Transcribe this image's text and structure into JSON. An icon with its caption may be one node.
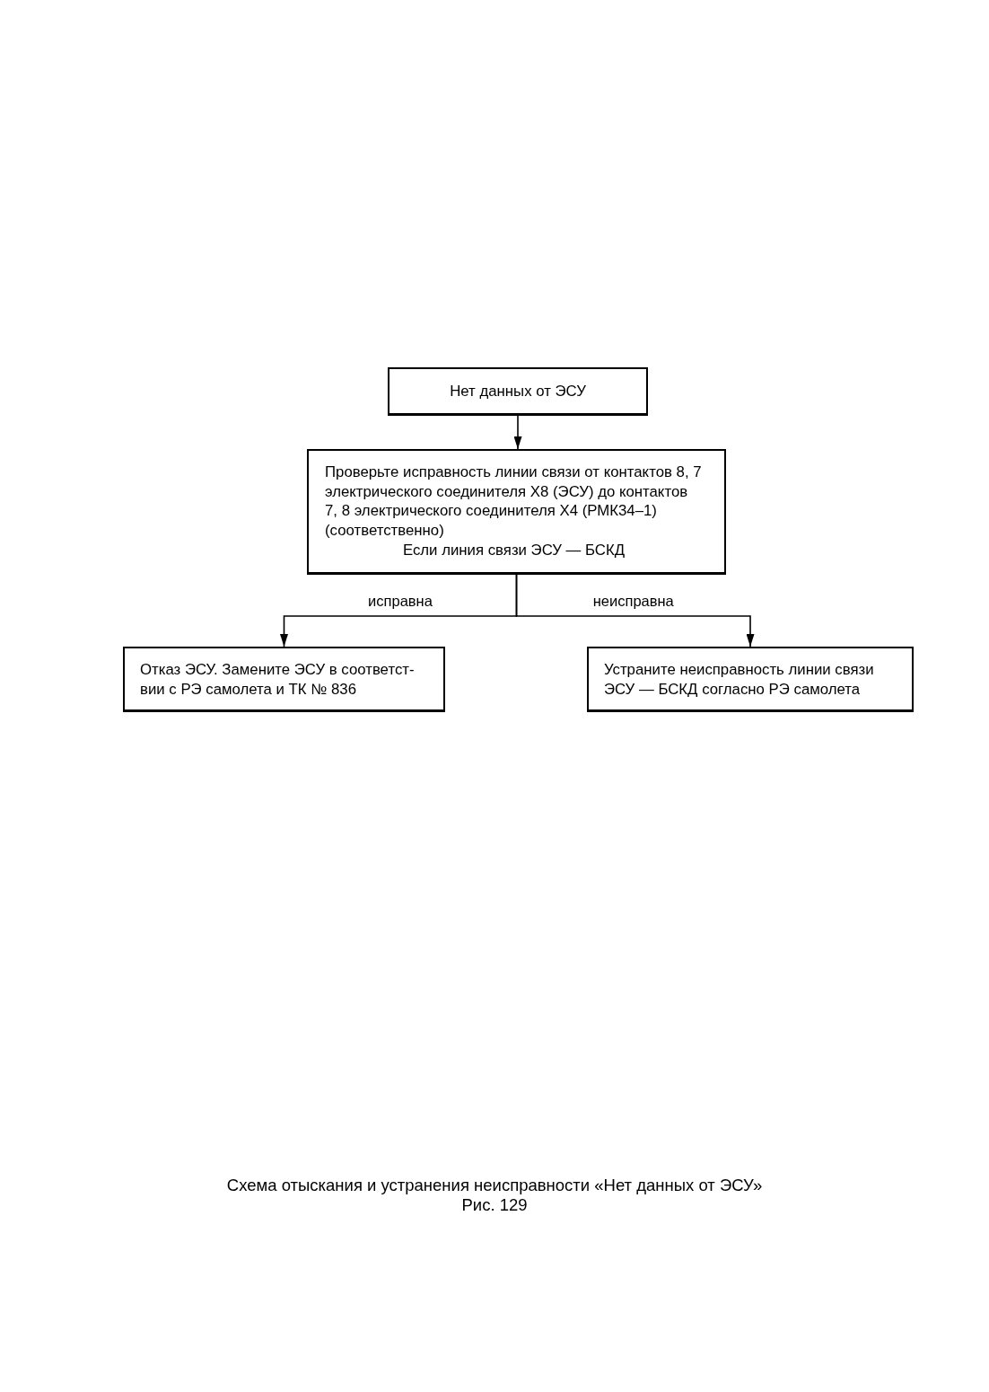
{
  "diagram": {
    "caption": "Схема отыскания и устранения неисправности «Нет данных от ЭСУ»",
    "nodes": [
      {
        "text": [
          "Нет данных от ЭСУ"
        ]
      },
      {
        "text": [
          "Проверьте исправность линии связи от контактов 8, 7 электрического соединителя Х8 (ЭСУ) до контактов 7, 8 электрического соединителя Х4 (РМК34–1) (соответственно)",
          "Если линия связи ЭСУ — БСКД"
        ]
      },
      {
        "text": [
          "Отказ ЭСУ. Замените ЭСУ в соответст- вии с РЭ самолета и ТК № 836"
        ]
      },
      {
        "text": [
          "Устраните неисправность линии связи ЭСУ — БСКД согласно РЭ самолета"
        ]
      }
    ],
    "edges": [
      {
        "from": 0,
        "to": 1,
        "arrow": "to"
      },
      {
        "from": 1,
        "to": 2,
        "arrow": "to",
        "label": "исправна"
      },
      {
        "from": 1,
        "to": 3,
        "arrow": "to",
        "label": "неисправна"
      }
    ],
    "labels": [
      "Рис. 129"
    ]
  }
}
